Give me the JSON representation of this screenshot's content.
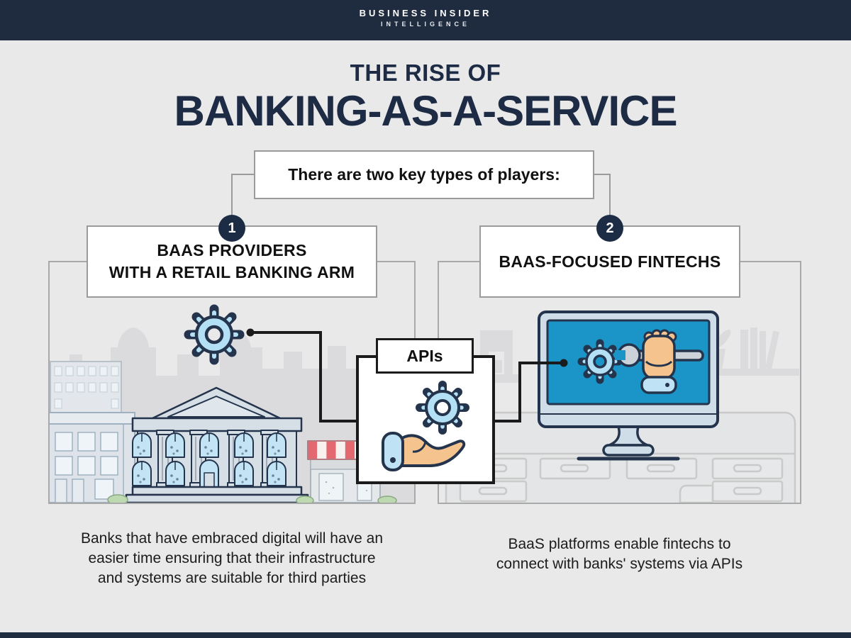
{
  "header": {
    "brand_top": "BUSINESS INSIDER",
    "brand_bottom": "INTELLIGENCE"
  },
  "title": {
    "kicker": "THE RISE OF",
    "main": "BANKING-AS-A-SERVICE"
  },
  "intro": {
    "text": "There are two key types of players:"
  },
  "players": [
    {
      "number": "1",
      "heading_line1": "BAAS PROVIDERS",
      "heading_line2": "WITH A RETAIL BANKING ARM",
      "caption_lines": [
        "Banks that have embraced digital will have an",
        "easier time ensuring that their infrastructure",
        "and systems are suitable for third parties"
      ],
      "illustration": "bank-building-with-city-skyline"
    },
    {
      "number": "2",
      "heading_line1": "BAAS-FOCUSED FINTECHS",
      "heading_line2": "",
      "caption_lines": [
        "BaaS platforms enable fintechs to",
        "connect with banks' systems via APIs"
      ],
      "illustration": "desktop-computer-on-office-desk"
    }
  ],
  "api_node": {
    "label": "APIs",
    "icon": "hand-offering-gear-icon"
  },
  "icons": {
    "left_panel": "gear-icon",
    "api_box": "hand-offering-gear-icon",
    "screen": [
      "gear-icon",
      "fist-holding-wrench-icon"
    ]
  },
  "colors": {
    "navy": "#1d2c45",
    "background": "#e9e9ea",
    "accent_blue": "#b4e0f6",
    "screen_blue": "#1b94c8",
    "hand_tan": "#f4c38e",
    "box_border": "#9b9b9b",
    "panel_border": "#a9a9aa",
    "connector_black": "#1b1b1b"
  }
}
